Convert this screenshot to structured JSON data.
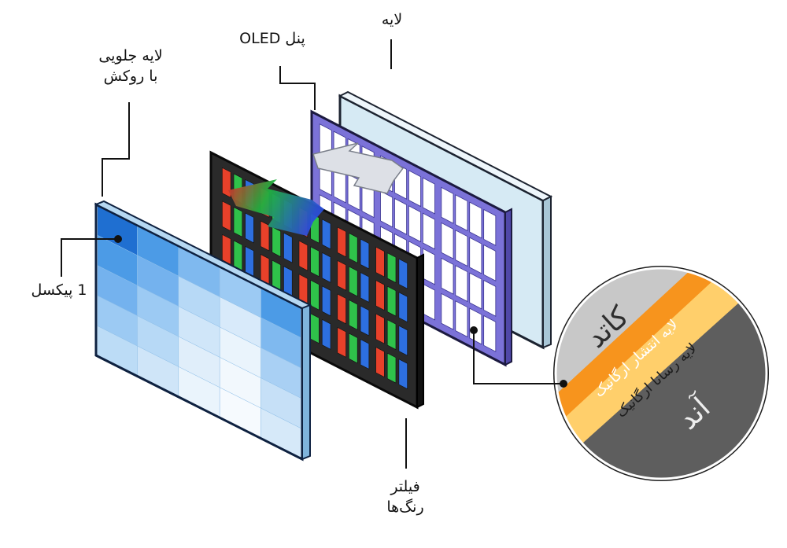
{
  "labels": {
    "top_layer": "لایه",
    "oled_panel": "پنل OLED",
    "front_layer_line1": "لایه جلویی",
    "front_layer_line2": "با روکش",
    "pixel": "1 پیکسل",
    "color_filter_line1": "فیلتر",
    "color_filter_line2": "رنگ‌ها"
  },
  "circle": {
    "cathode": "کاتد",
    "emissive": "لایه انتشار ارگانیک",
    "conductive": "لایه رسانا ارگانیک",
    "anode": "آند"
  },
  "colors": {
    "glass": "#d6eaf4",
    "oled_frame": "#7b72d8",
    "filter_frame": "#2a2a2a",
    "red": "#e8412a",
    "green": "#2fc24a",
    "blue": "#2d6fe0",
    "front_glass": "#4c9be6",
    "cathode": "#c8c8c8",
    "emissive": "#f7941d",
    "conductive": "#ffcf6b",
    "anode": "#5e5e5e"
  }
}
